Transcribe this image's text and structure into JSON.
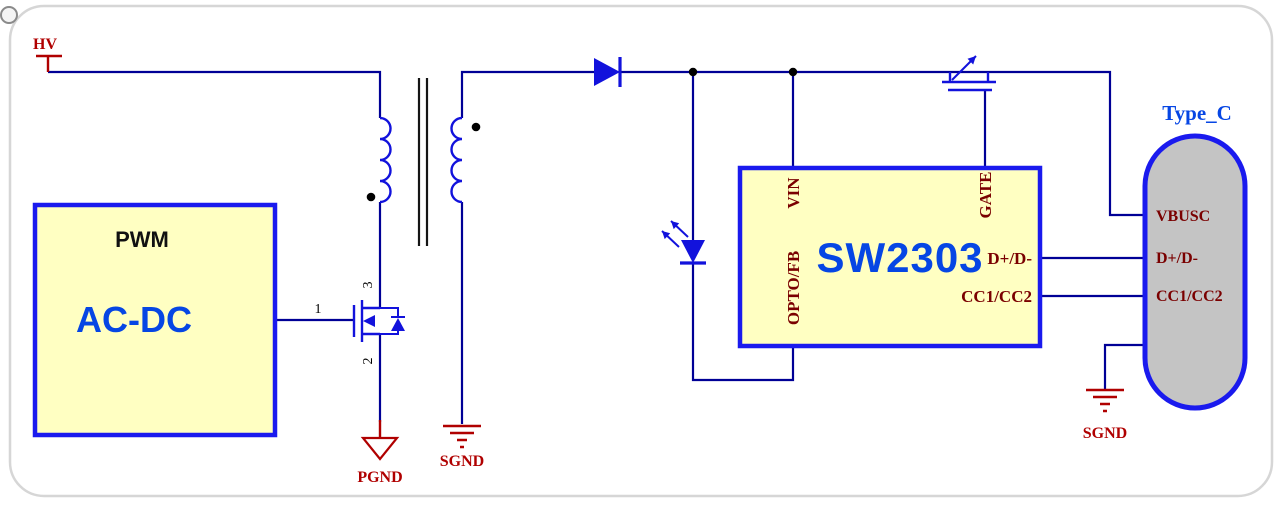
{
  "colors": {
    "wire": "#000096",
    "component": "#1212DC",
    "box-fill": "#FFFFC2",
    "box-border": "#1A1AEE",
    "power-label": "#B00000",
    "pin-label": "#7A0000",
    "chip-name": "#0646E4",
    "typec-fill": "#C4C4C4",
    "core": "#151515",
    "frame": "#D6D6D6"
  },
  "labels": {
    "hv": "HV",
    "pgnd": "PGND",
    "sgnd_primary": "SGND",
    "sgnd_output": "SGND"
  },
  "acdc": {
    "subtitle": "PWM",
    "title": "AC-DC"
  },
  "mosfet": {
    "pin_gate": "1",
    "pin_source": "2",
    "pin_drain": "3"
  },
  "chip": {
    "name": "SW2303",
    "pin_vin": "VIN",
    "pin_gate": "GATE",
    "pin_opto": "OPTO/FB",
    "pin_data": "D+/D-",
    "pin_cc": "CC1/CC2"
  },
  "connector": {
    "title": "Type_C",
    "pin_vbus": "VBUSC",
    "pin_data": "D+/D-",
    "pin_cc": "CC1/CC2"
  }
}
